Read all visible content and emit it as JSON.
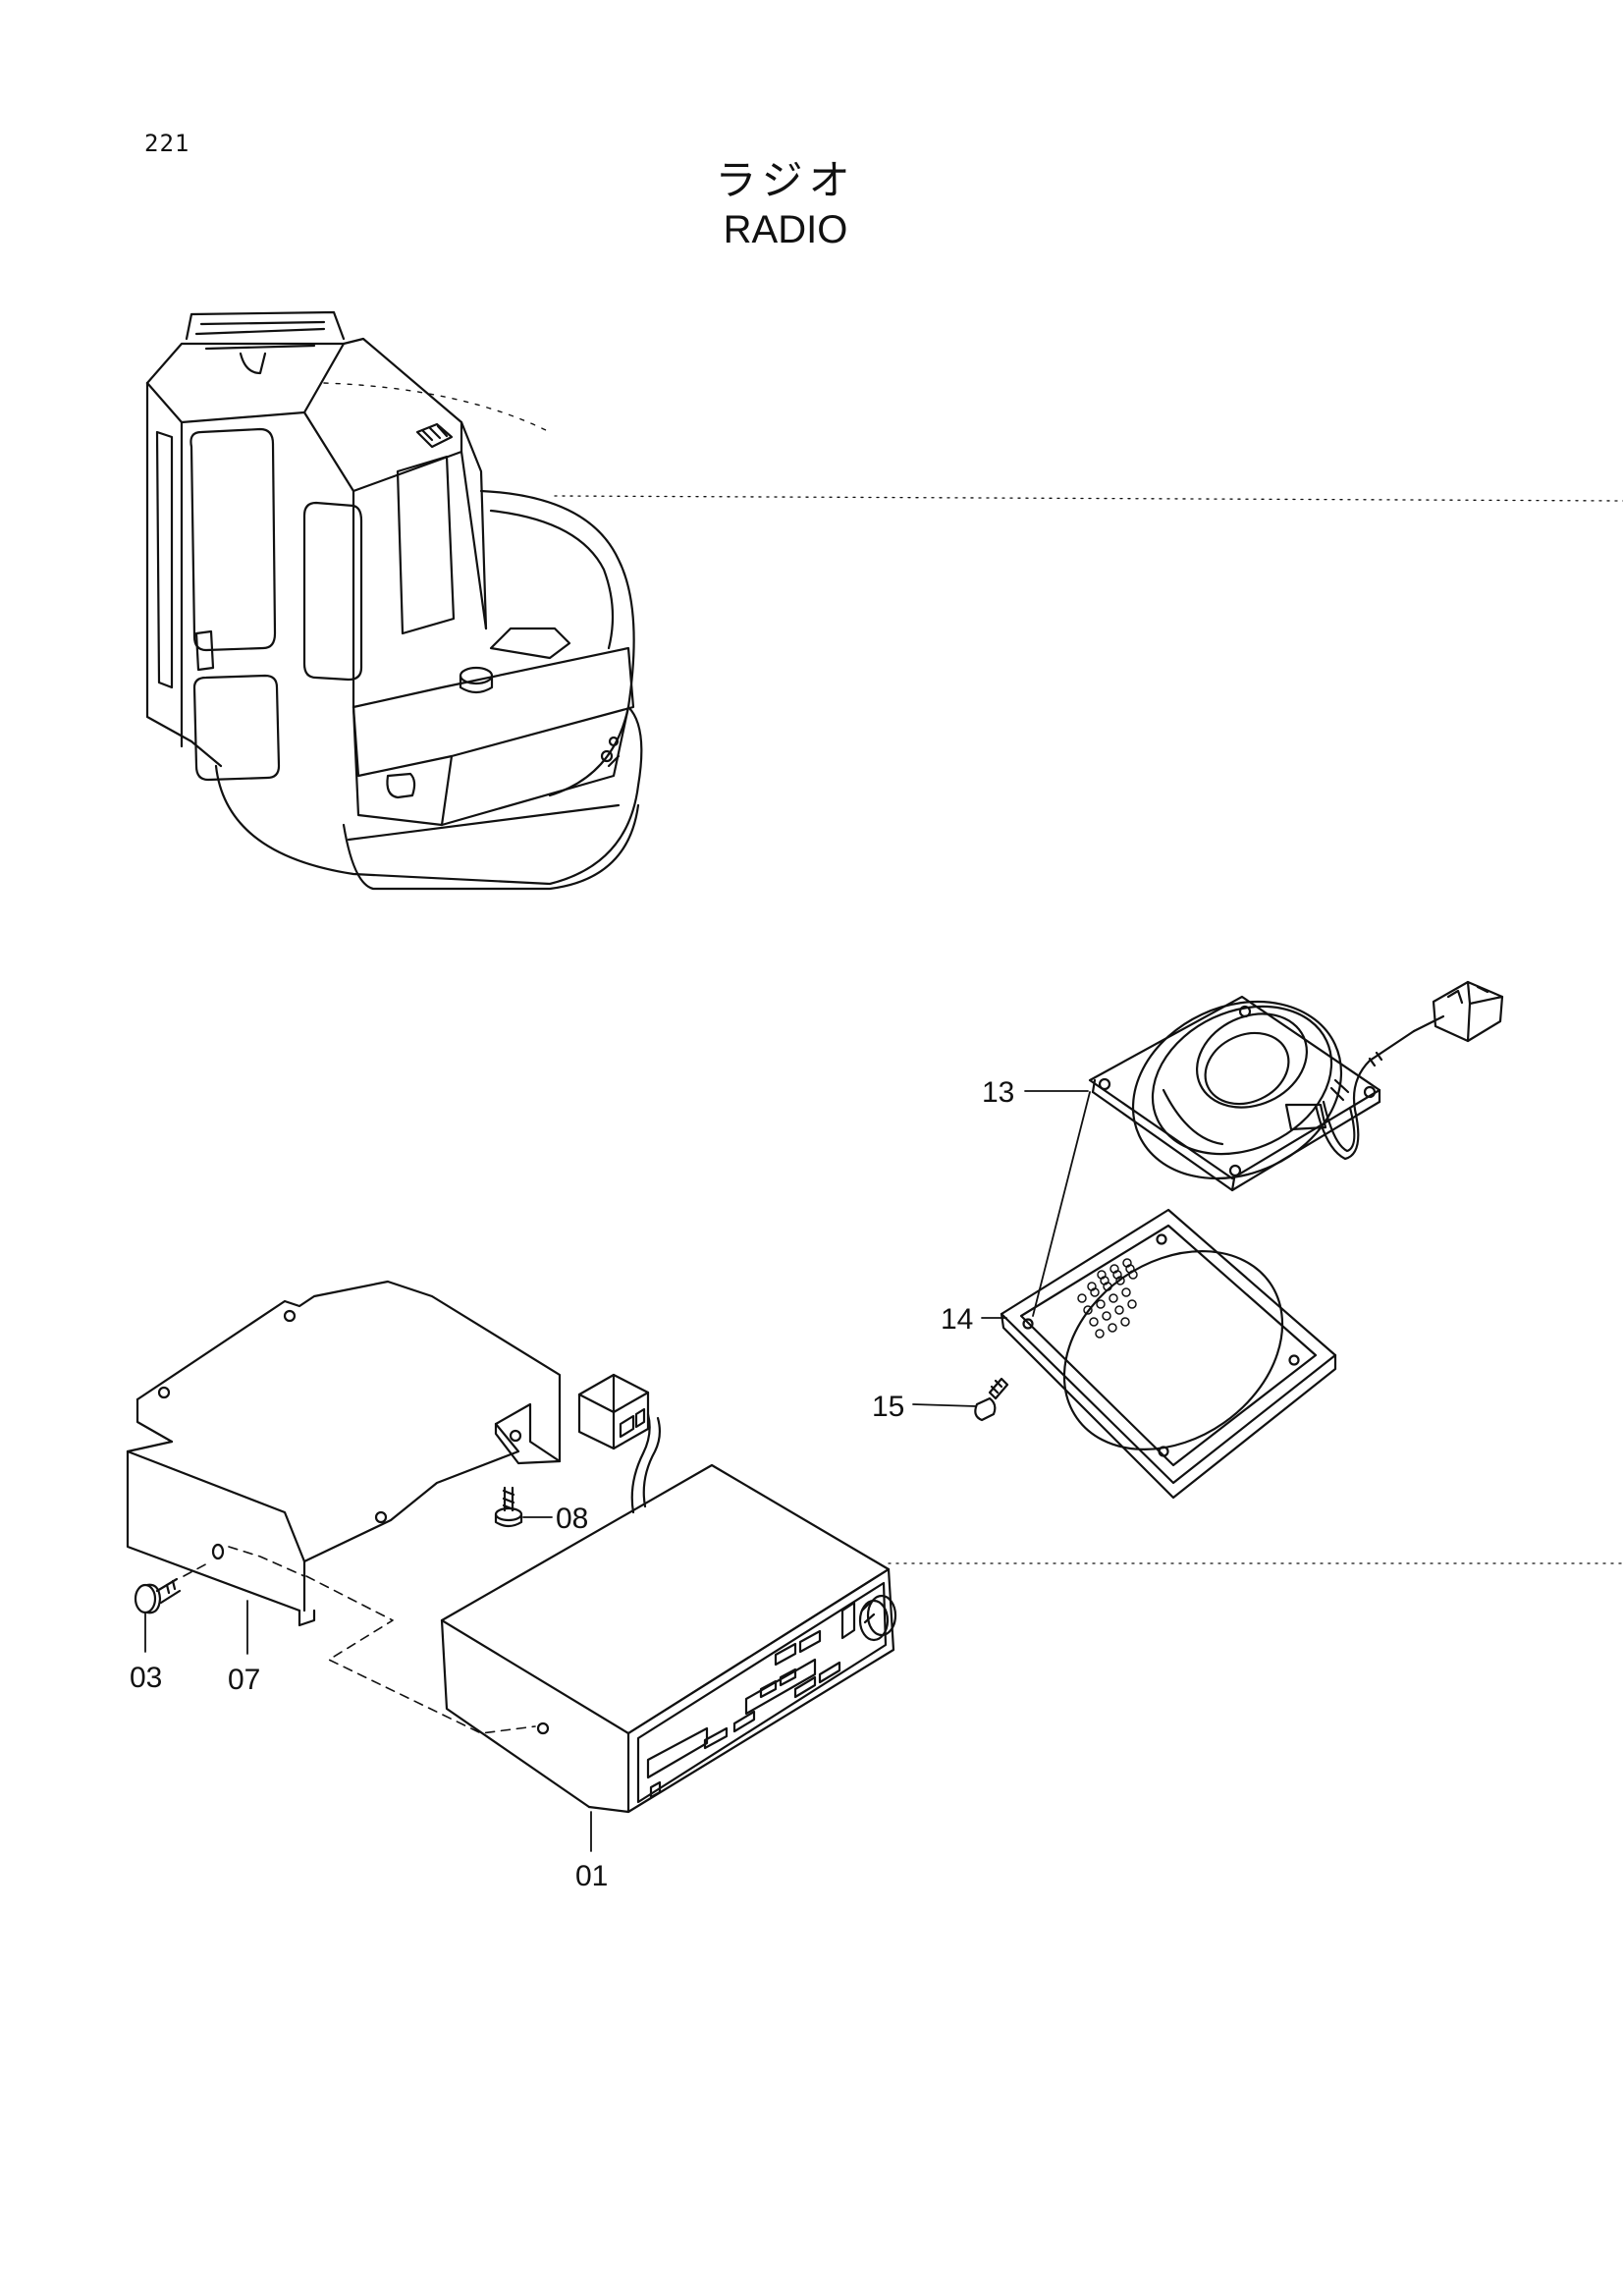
{
  "page": {
    "number": "221"
  },
  "title": {
    "japanese": "ラジオ",
    "english": "RADIO"
  },
  "part_labels": {
    "p01": "01",
    "p03": "03",
    "p07": "07",
    "p08": "08",
    "p13": "13",
    "p14": "14",
    "p15": "15"
  }
}
